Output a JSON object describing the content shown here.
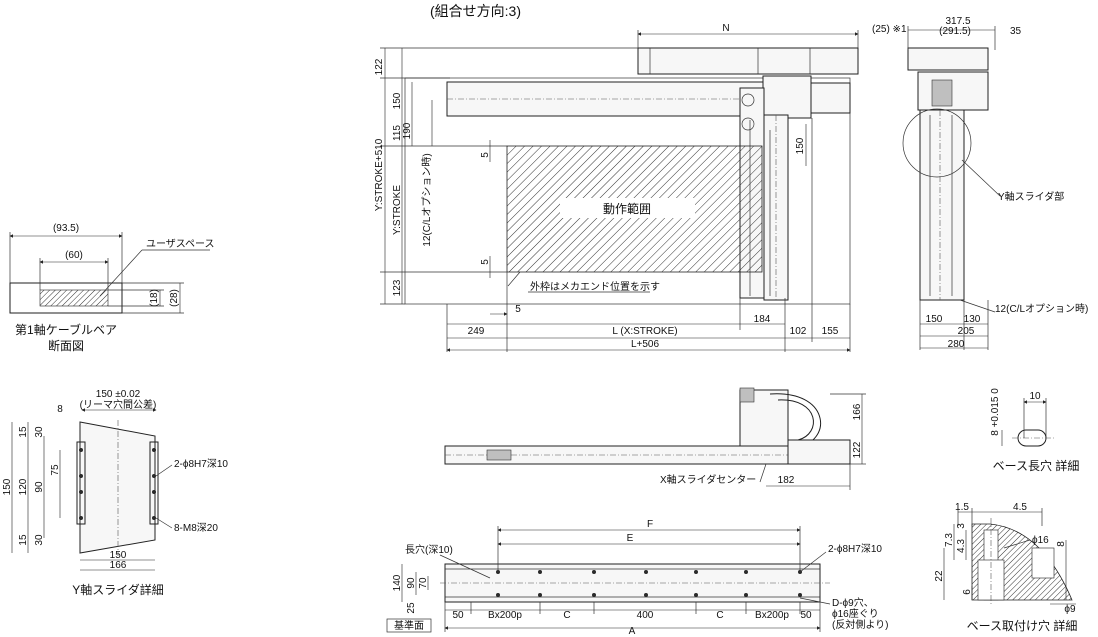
{
  "title": "(組合せ方向:3)",
  "main": {
    "top_n": "N",
    "range": "動作範囲",
    "stroke_total": "Y:STROKE+510",
    "stroke_y": "Y:STROKE",
    "cl_opt_v": "12(C/Lオプション時)",
    "v122": "122",
    "v150": "150",
    "v115": "115",
    "v190": "190",
    "v5a": "5",
    "v5b": "5",
    "v123": "123",
    "v150r": "150",
    "frame_note": "外枠はメカエンド位置を示す",
    "v5c": "5",
    "v249": "249",
    "l_stroke": "L (X:STROKE)",
    "v184": "184",
    "v102": "102",
    "v155": "155",
    "l506": "L+506"
  },
  "side": {
    "v25": "(25) ※1",
    "v317": "317.5",
    "v291": "(291.5)",
    "v35": "35",
    "slider_label": "Y軸スライダ部",
    "cl_opt": "12(C/Lオプション時)",
    "v150": "150",
    "v130": "130",
    "v205": "205",
    "v280": "280"
  },
  "cable": {
    "v93": "(93.5)",
    "v60": "(60)",
    "user_space": "ユーザスペース",
    "v18": "(18)",
    "v28": "(28)",
    "caption1": "第1軸ケーブルベア",
    "caption2": "断面図"
  },
  "yslider": {
    "v150tol": "150 ±0.02",
    "ream": "(リーマ穴間公差)",
    "v8": "8",
    "v15a": "15",
    "v30a": "30",
    "v75": "75",
    "v120": "120",
    "v90": "90",
    "v150": "150",
    "v30b": "30",
    "v15b": "15",
    "pin": "2-ϕ8H7深10",
    "tap": "8-M8深20",
    "w150": "150",
    "w166": "166",
    "caption": "Y軸スライダ詳細"
  },
  "front": {
    "v166": "166",
    "v122": "122",
    "center": "X軸スライダセンター",
    "v182": "182"
  },
  "slot": {
    "tol": "8 +0.015 0",
    "v10": "10",
    "caption": "ベース長穴 詳細"
  },
  "bottom": {
    "f": "F",
    "e": "E",
    "slot": "長穴(深10)",
    "pin": "2-ϕ8H7深10",
    "v140": "140",
    "v90": "90",
    "v70": "70",
    "v25": "25",
    "v50a": "50",
    "bx1": "Bx200p",
    "c1": "C",
    "v400": "400",
    "c2": "C",
    "bx2": "Bx200p",
    "v50b": "50",
    "a": "A",
    "base": "基準面",
    "hole1": "D-ϕ9穴、",
    "hole2": "ϕ16座ぐり",
    "hole3": "(反対側より)"
  },
  "hole": {
    "v15": "1.5",
    "v45": "4.5",
    "v73": "7.3",
    "v43": "4.3",
    "v3": "3",
    "v16": "ϕ16",
    "v22": "22",
    "v6": "6",
    "v8": "8",
    "v9": "ϕ9",
    "caption": "ベース取付け穴 詳細"
  }
}
